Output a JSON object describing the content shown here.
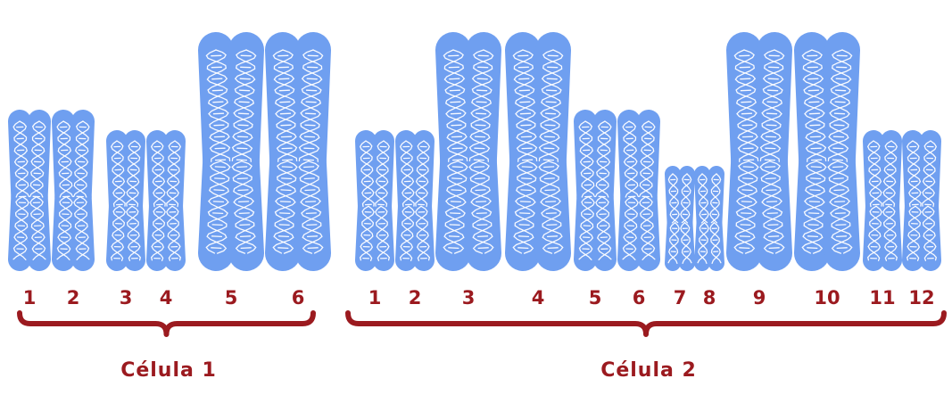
{
  "cells": [
    {
      "label": "Célula 1",
      "chromosomes": [
        {
          "number": "1",
          "size": "medium"
        },
        {
          "number": "2",
          "size": "medium"
        },
        {
          "number": "3",
          "size": "small"
        },
        {
          "number": "4",
          "size": "small"
        },
        {
          "number": "5",
          "size": "large"
        },
        {
          "number": "6",
          "size": "large"
        }
      ]
    },
    {
      "label": "Célula 2",
      "chromosomes": [
        {
          "number": "1",
          "size": "small"
        },
        {
          "number": "2",
          "size": "small"
        },
        {
          "number": "3",
          "size": "large"
        },
        {
          "number": "4",
          "size": "large"
        },
        {
          "number": "5",
          "size": "medium"
        },
        {
          "number": "6",
          "size": "medium"
        },
        {
          "number": "7",
          "size": "tiny"
        },
        {
          "number": "8",
          "size": "tiny"
        },
        {
          "number": "9",
          "size": "large"
        },
        {
          "number": "10",
          "size": "large"
        },
        {
          "number": "11",
          "size": "small"
        },
        {
          "number": "12",
          "size": "small"
        }
      ]
    }
  ],
  "colors": {
    "chromosome": "#6f9ff0",
    "helix": "#ffffff",
    "label": "#9b1a1f"
  }
}
